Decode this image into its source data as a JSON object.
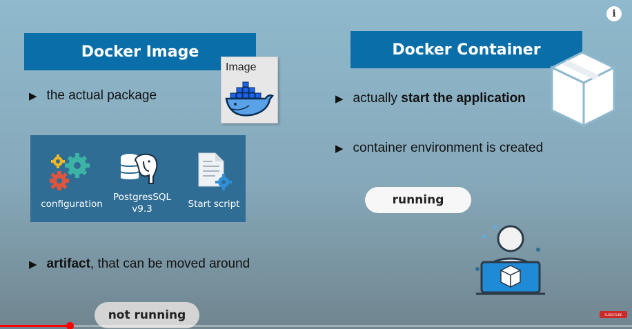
{
  "left": {
    "title": "Docker Image",
    "image_card_label": "Image",
    "bullets": [
      {
        "plain": "the actual package",
        "bold": ""
      },
      {
        "bold": "artifact",
        "plain": ", that can be moved around"
      }
    ],
    "components": [
      {
        "label": "configuration",
        "icon": "gears-icon"
      },
      {
        "label": "PostgresSQL\nv9.3",
        "icon": "postgres-elephant-icon"
      },
      {
        "label": "Start script",
        "icon": "script-document-icon"
      }
    ],
    "status_pill": "not running"
  },
  "right": {
    "title": "Docker Container",
    "bullets": [
      {
        "plain": "actually ",
        "bold": "start the application"
      },
      {
        "plain": "container environment is created",
        "bold": ""
      }
    ],
    "status_pill": "running"
  },
  "bullet_glyph": "▶",
  "info_button": "i",
  "player": {
    "progress_fraction": 0.11,
    "subscribe_label": "SUBSCRIBE"
  },
  "colors": {
    "header_blue": "#0a6fa8",
    "panel_blue": "#2f6d94",
    "progress_red": "#ff0000"
  }
}
